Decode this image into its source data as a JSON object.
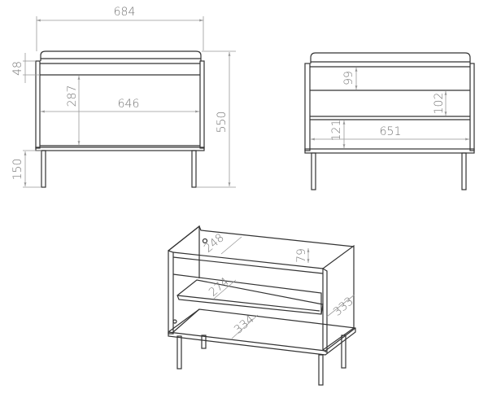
{
  "front_view": {
    "width_total": "684",
    "rail_height": "48",
    "inner_height": "287",
    "inner_width": "646",
    "total_height": "550",
    "leg_height": "150"
  },
  "side_view": {
    "top_compartment": "99",
    "middle_compartment": "102",
    "bottom_compartment": "121",
    "inner_width": "651"
  },
  "iso_view": {
    "top_depth": "248",
    "rail_height": "79",
    "shelf_depth": "274",
    "bottom_depth": "334",
    "side_depth": "333"
  }
}
